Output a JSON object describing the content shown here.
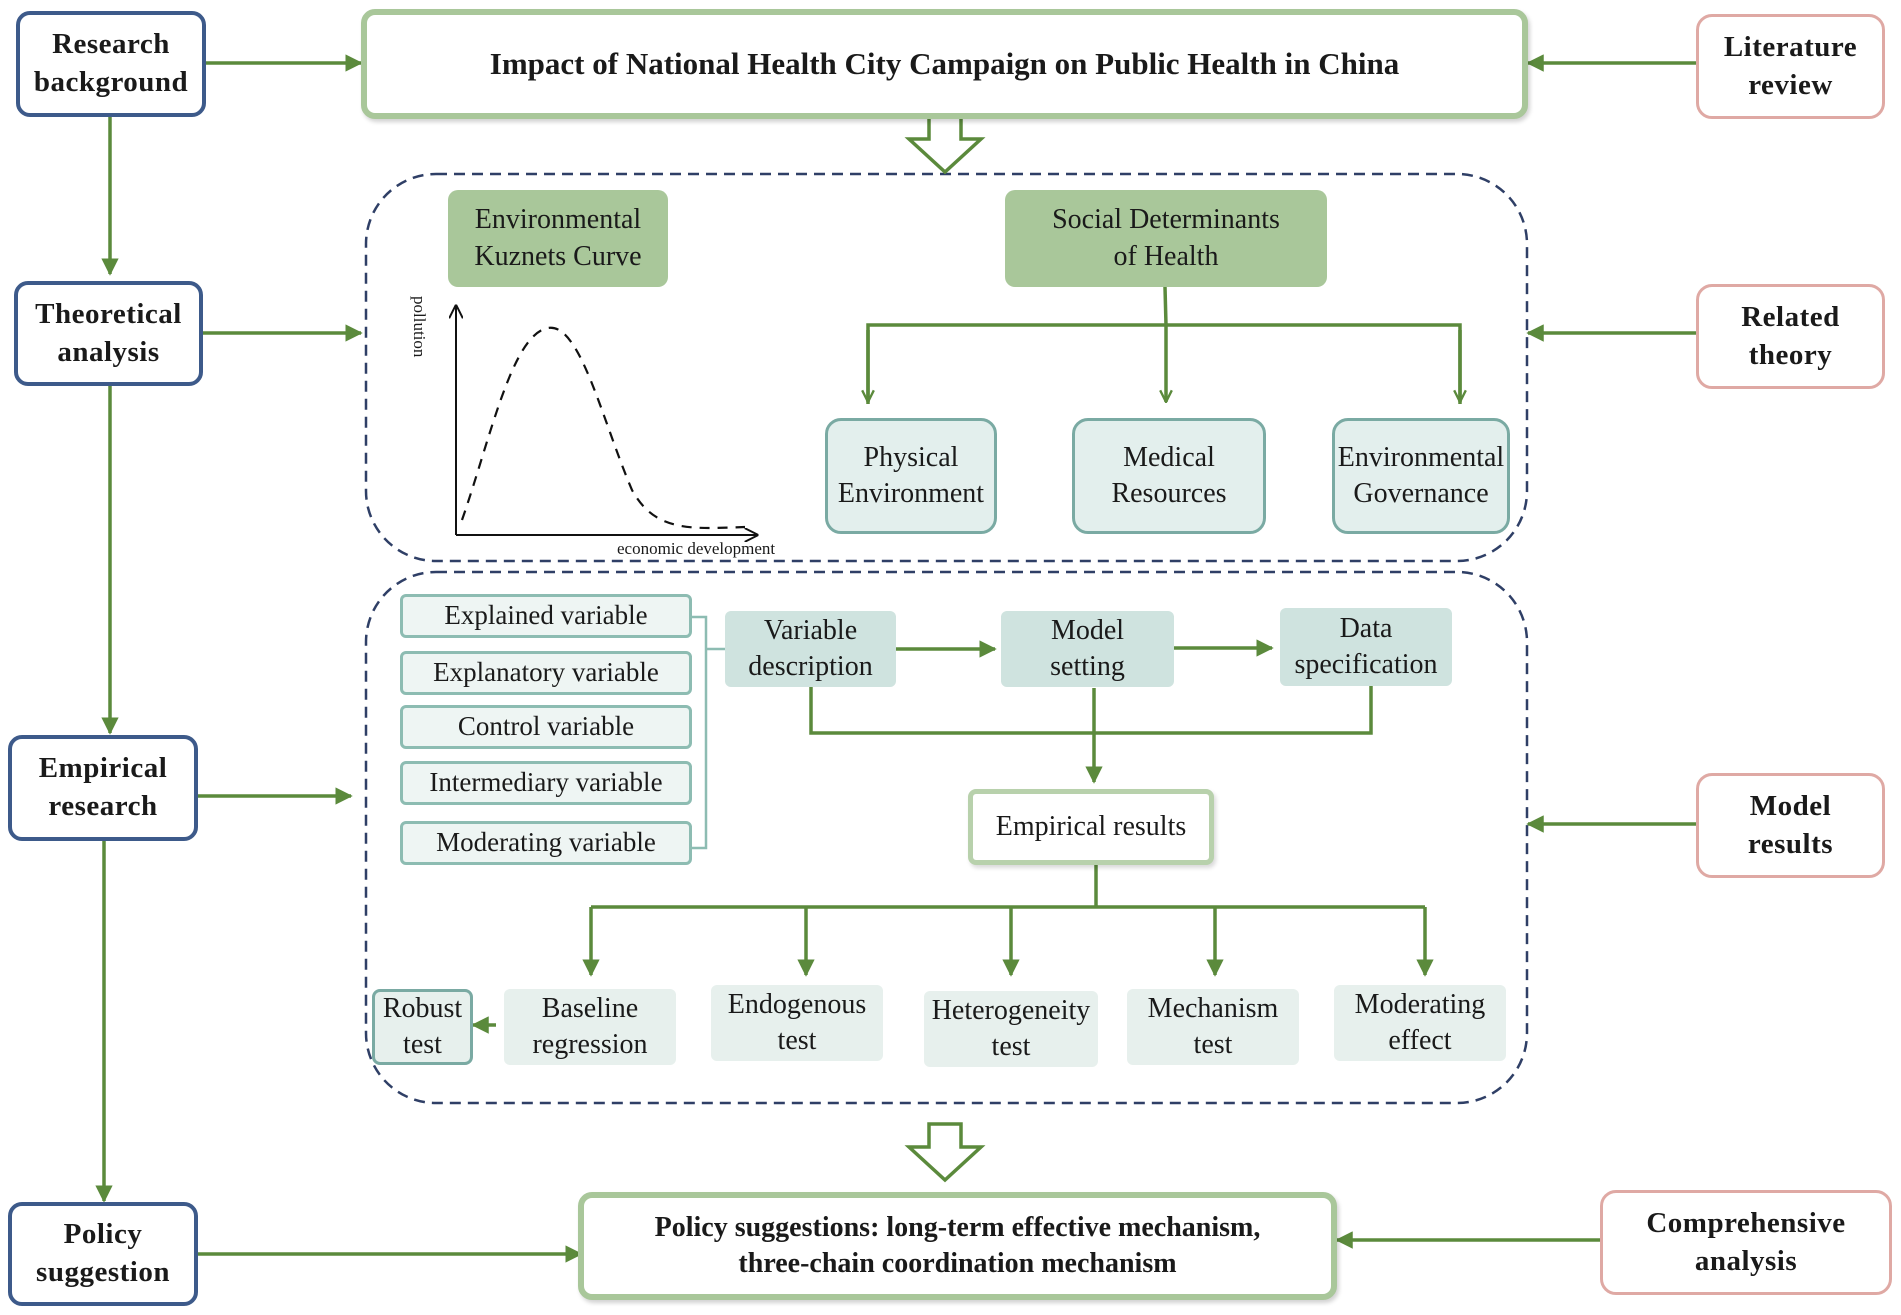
{
  "left_column": {
    "research_background": "Research\nbackground",
    "theoretical_analysis": "Theoretical\nanalysis",
    "empirical_research": "Empirical\nresearch",
    "policy_suggestion": "Policy\nsuggestion"
  },
  "right_column": {
    "literature_review": "Literature\nreview",
    "related_theory": "Related\ntheory",
    "model_results": "Model\nresults",
    "comprehensive_analysis": "Comprehensive\nanalysis"
  },
  "title": "Impact of National Health City Campaign on Public Health in China",
  "theory": {
    "ekc_label": "Environmental\nKuznets Curve",
    "curve_y_label": "pollution",
    "curve_x_label": "economic development",
    "sdh_label": "Social Determinants\nof  Health",
    "physical_environment": "Physical\nEnvironment",
    "medical_resources": "Medical\nResources",
    "environmental_governance": "Environmental\nGovernance"
  },
  "empirical": {
    "variables": [
      "Explained variable",
      "Explanatory variable",
      "Control variable",
      "Intermediary variable",
      "Moderating variable"
    ],
    "variable_description": "Variable\ndescription",
    "model_setting": "Model\nsetting",
    "data_specification": "Data\nspecification",
    "empirical_results": "Empirical results",
    "robust_test": "Robust\ntest",
    "tests": [
      "Baseline\nregression",
      "Endogenous\ntest",
      "Heterogeneity\ntest",
      "Mechanism\ntest",
      "Moderating\neffect"
    ]
  },
  "policy_box": "Policy suggestions: long-term effective mechanism,\nthree-chain coordination mechanism",
  "colors": {
    "arrow_green": "#5b8a3c",
    "box_green": "#a9c79a",
    "navy_border": "#3d5a8a",
    "pink_border": "#dfa9a4",
    "teal_fill": "#cfe3df",
    "dashed_navy": "#2f3f66"
  }
}
